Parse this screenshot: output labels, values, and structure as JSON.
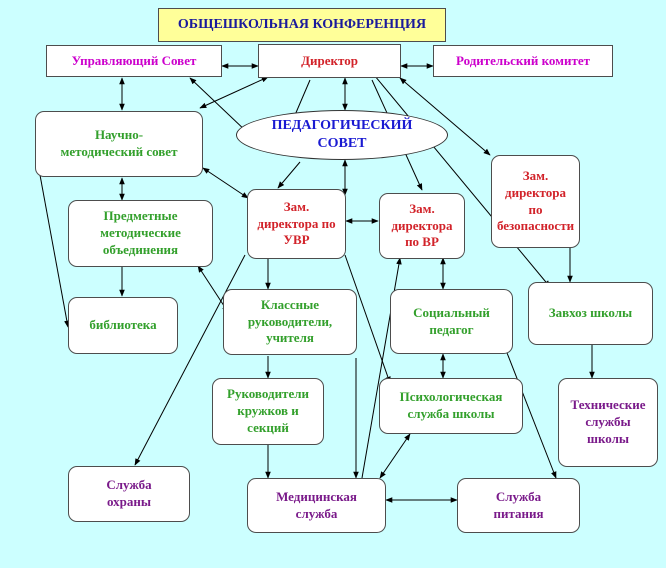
{
  "conference": "ОБЩЕШКОЛЬНАЯ КОНФЕРЕНЦИЯ",
  "governing_council": "Управляющий Совет",
  "director": "Директор",
  "parent_committee": "Родительский комитет",
  "science_council": "Научно-методический совет",
  "pedagogical_council": "ПЕДАГОГИЧЕСКИЙ СОВЕТ",
  "deputy_uvr": "Зам. директора по УВР",
  "deputy_vr": "Зам. директора по ВР",
  "deputy_safety": "Зам. директора по безопасности",
  "subject_associations": "Предметные методические объединения",
  "library": "библиотека",
  "class_teachers": "Классные руководители, учителя",
  "social_teacher": "Социальный педагог",
  "supply_manager": "Завхоз школы",
  "club_leaders": "Руководители кружков и секций",
  "psych_service": "Психологическая служба школы",
  "tech_services": "Технические службы школы",
  "security_service": "Служба охраны",
  "medical_service": "Медицинская служба",
  "food_service": "Служба питания"
}
